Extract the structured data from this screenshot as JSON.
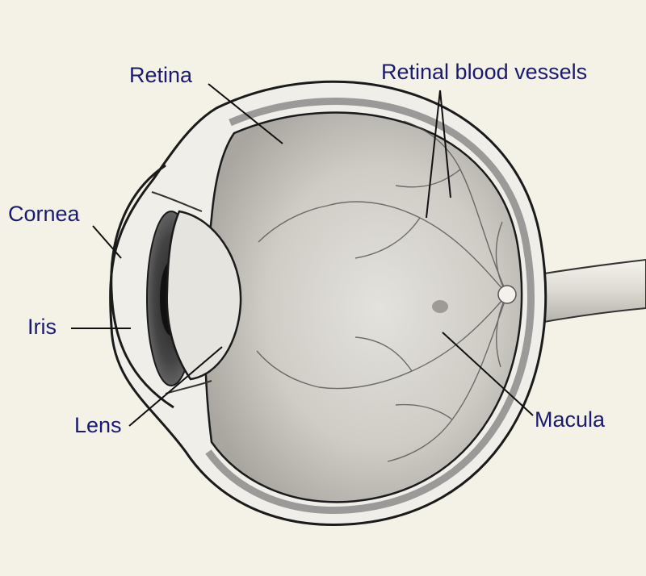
{
  "diagram": {
    "labels": {
      "retina": "Retina",
      "retinal_blood_vessels": "Retinal blood vessels",
      "cornea": "Cornea",
      "iris": "Iris",
      "lens": "Lens",
      "macula": "Macula"
    },
    "colors": {
      "background": "#f4f1e6",
      "label_text": "#1a1a6e",
      "outline": "#1b1b1b",
      "sclera": "#efeee8",
      "retina_shade": "#c9c6c0"
    }
  }
}
